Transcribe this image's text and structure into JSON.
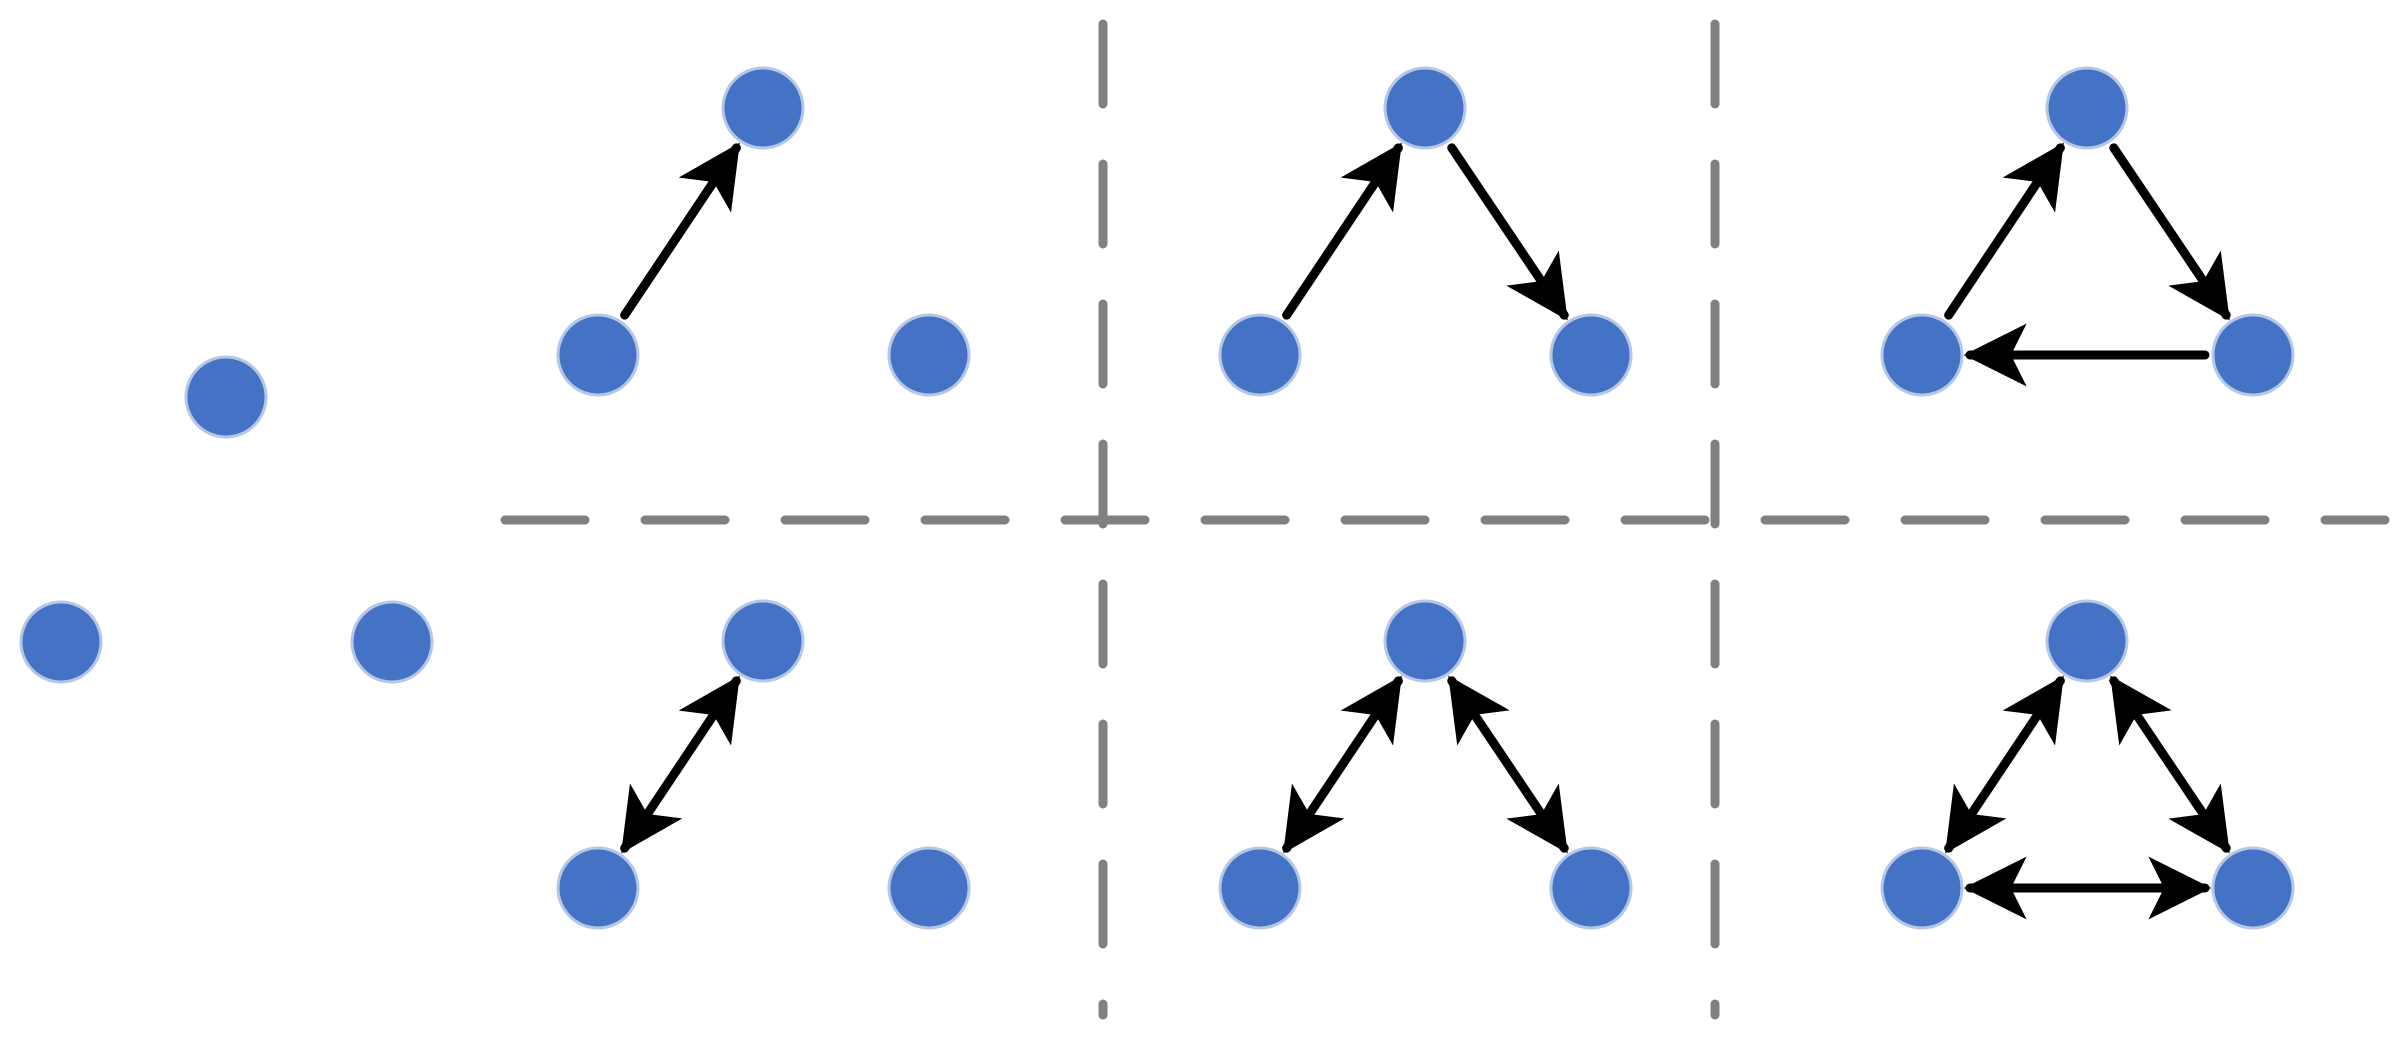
{
  "colors": {
    "node_fill": "#4472C4",
    "node_stroke": "#B4C7E7",
    "edge": "#000000",
    "divider": "#808080",
    "background": "#FFFFFF"
  },
  "icons": {
    "node": "filled-circle",
    "directed_edge": "single-headed-arrow",
    "bidirectional_edge": "double-headed-arrow",
    "divider": "dashed-line"
  },
  "diagram": {
    "type": "directed-graph-motifs",
    "node_count_per_motif": 3,
    "reference": {
      "name": "unconnected-triad",
      "edges": []
    },
    "motifs": [
      {
        "name": "single-directed-edge",
        "row": 1,
        "column": 1,
        "edges": [
          {
            "from": "bottom-left",
            "to": "top",
            "direction": "forward"
          }
        ]
      },
      {
        "name": "directed-two-path",
        "row": 1,
        "column": 2,
        "edges": [
          {
            "from": "bottom-left",
            "to": "top",
            "direction": "forward"
          },
          {
            "from": "top",
            "to": "bottom-right",
            "direction": "forward"
          }
        ]
      },
      {
        "name": "directed-cycle",
        "row": 1,
        "column": 3,
        "edges": [
          {
            "from": "bottom-left",
            "to": "top",
            "direction": "forward"
          },
          {
            "from": "top",
            "to": "bottom-right",
            "direction": "forward"
          },
          {
            "from": "bottom-right",
            "to": "bottom-left",
            "direction": "forward"
          }
        ]
      },
      {
        "name": "single-mutual-edge",
        "row": 2,
        "column": 1,
        "edges": [
          {
            "from": "bottom-left",
            "to": "top",
            "direction": "both"
          }
        ]
      },
      {
        "name": "mutual-two-path",
        "row": 2,
        "column": 2,
        "edges": [
          {
            "from": "bottom-left",
            "to": "top",
            "direction": "both"
          },
          {
            "from": "top",
            "to": "bottom-right",
            "direction": "both"
          }
        ]
      },
      {
        "name": "complete-mutual-triad",
        "row": 2,
        "column": 3,
        "edges": [
          {
            "from": "bottom-left",
            "to": "top",
            "direction": "both"
          },
          {
            "from": "top",
            "to": "bottom-right",
            "direction": "both"
          },
          {
            "from": "bottom-right",
            "to": "bottom-left",
            "direction": "both"
          }
        ]
      }
    ]
  }
}
